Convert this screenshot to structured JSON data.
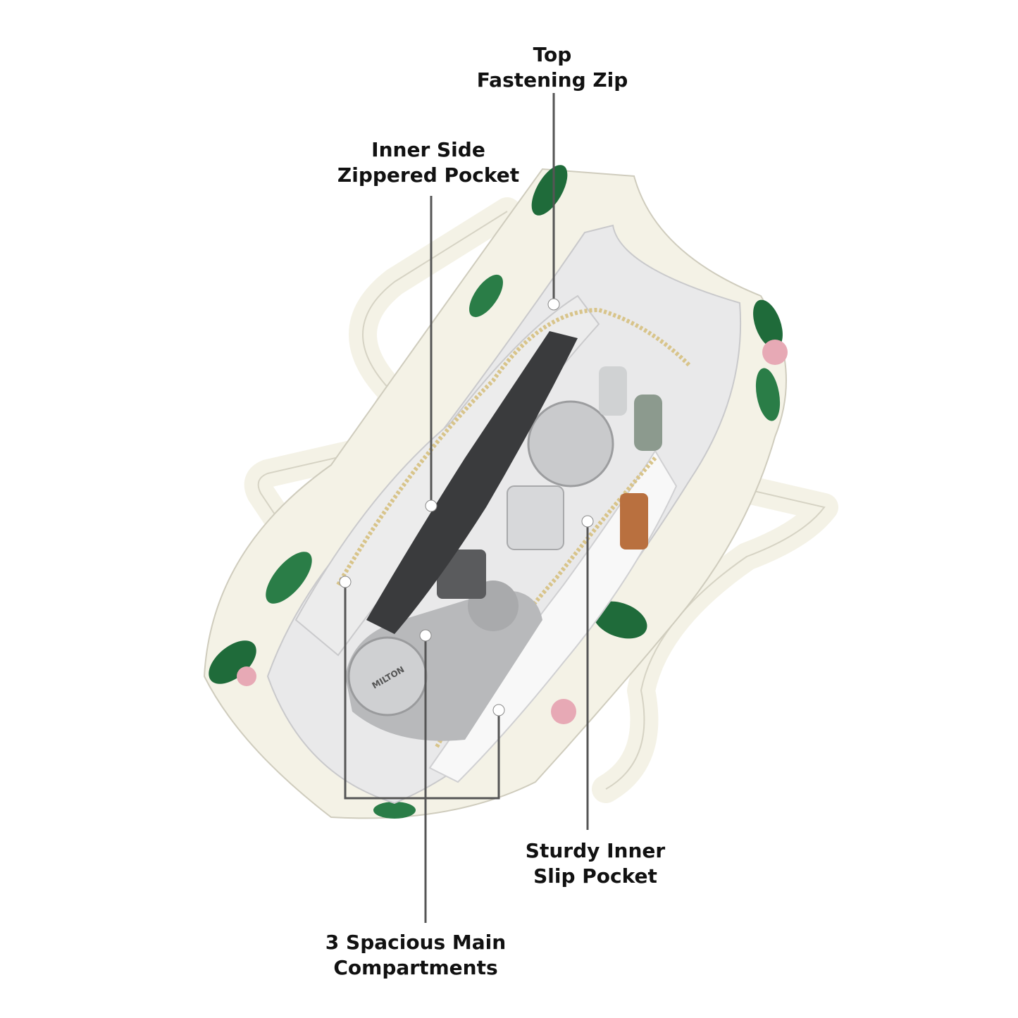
{
  "callouts": {
    "top_zip": {
      "line1": "Top",
      "line2": "Fastening Zip"
    },
    "side_pocket": {
      "line1": "Inner Side",
      "line2": "Zippered Pocket"
    },
    "slip_pocket": {
      "line1": "Sturdy Inner",
      "line2": "Slip Pocket"
    },
    "compartments": {
      "line1": "3 Spacious Main",
      "line2": "Compartments"
    }
  },
  "colors": {
    "bag_body": "#f4f2e6",
    "bag_interior": "#e9e9ea",
    "print_green": "#1f6b3a",
    "print_pink": "#e7a9b5",
    "zipper": "#d8c48a",
    "callout_line": "#555555",
    "label_text": "#111111"
  },
  "product_brand_mark": "MILTON"
}
